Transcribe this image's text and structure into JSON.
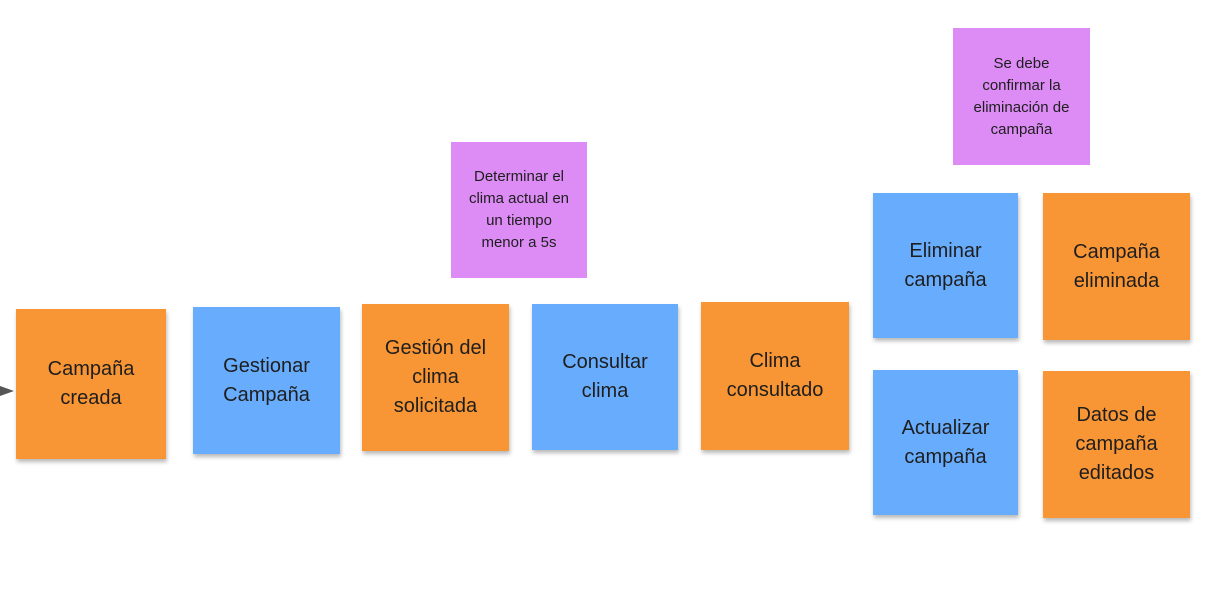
{
  "colors": {
    "event": "#f89534",
    "command": "#68adfd",
    "policy": "#dd8bf5",
    "connector": "#555555"
  },
  "notes": {
    "campana_creada": "Campaña\ncreada",
    "gestionar_campana": "Gestionar\nCampaña",
    "gestion_clima_solicitada": "Gestión del\nclima\nsolicitada",
    "consultar_clima": "Consultar\nclima",
    "clima_consultado": "Clima\nconsultado",
    "eliminar_campana": "Eliminar\ncampaña",
    "campana_eliminada": "Campaña\neliminada",
    "actualizar_campana": "Actualizar\ncampaña",
    "datos_campana_editados": "Datos de\ncampaña\neditados",
    "regla_clima": "Determinar el\nclima actual en\nun tiempo\nmenor a 5s",
    "regla_eliminacion": "Se debe\nconfirmar la\neliminación de\ncampaña"
  }
}
